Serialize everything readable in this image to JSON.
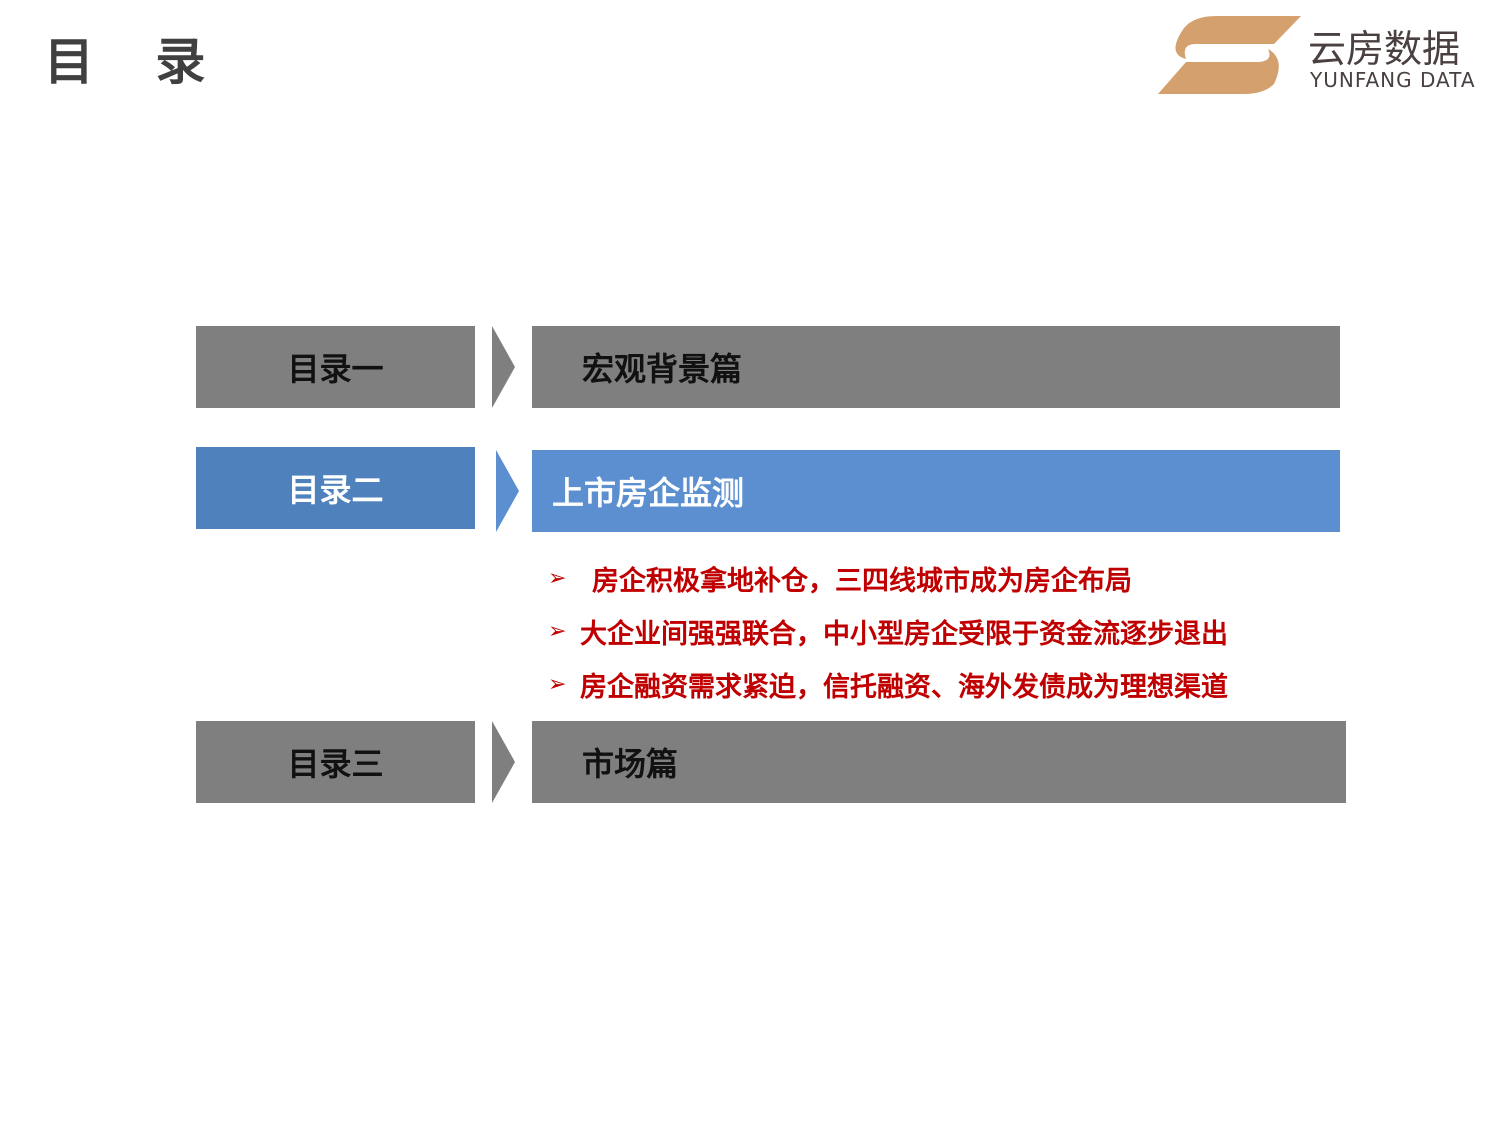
{
  "title": "目 录",
  "logo": {
    "cn": "云房数据",
    "en": "YUNFANG DATA",
    "color": "#d4a06e"
  },
  "sections": [
    {
      "label": "目录一",
      "name": "宏观背景篇"
    },
    {
      "label": "目录二",
      "name": "上市房企监测"
    },
    {
      "label": "目录三",
      "name": "市场篇"
    }
  ],
  "bullets": [
    "房企积极拿地补仓，三四线城市成为房企布局",
    "大企业间强强联合，中小型房企受限于资金流逐步退出",
    "房企融资需求紧迫，信托融资、海外发债成为理想渠道"
  ],
  "bullet_marker": "➢"
}
